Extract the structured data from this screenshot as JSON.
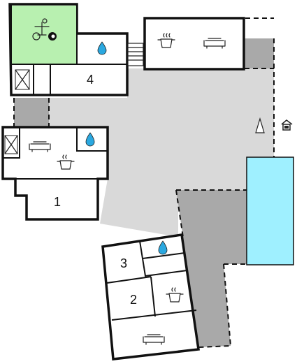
{
  "colors": {
    "terrace": "#d9d9d9",
    "paving": "#a9a9a9",
    "wall": "#111111",
    "games_room": "#b8f0b0",
    "pool": "#9ff0ff",
    "water_drop": "#2aa8e0"
  },
  "rooms": [
    {
      "label": "4"
    },
    {
      "label": "1"
    },
    {
      "label": "3"
    },
    {
      "label": "2"
    }
  ],
  "icons": [
    "table-tennis-icon",
    "billiard-ball-icon",
    "bathroom-drop-icon",
    "kitchen-pot-icon",
    "sofa-icon",
    "toilet-cross-icon",
    "compass-north-icon",
    "house-entrance-icon",
    "stairs-icon"
  ]
}
